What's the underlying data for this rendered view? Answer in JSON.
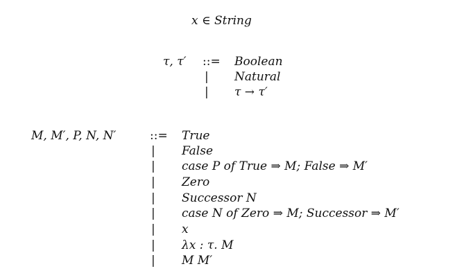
{
  "var_decl": "x ∈ String",
  "types": {
    "lhs": "τ,  τ′",
    "op": "::=",
    "bar": "|",
    "alts": [
      "Boolean",
      "Natural",
      "τ → τ′"
    ]
  },
  "terms": {
    "lhs": "M,  M′,  P,  N,  N′",
    "op": "::=",
    "bar": "|",
    "alts": [
      "True",
      "False",
      "case P of True ⇒ M;  False ⇒ M′",
      "Zero",
      "Successor N",
      "case N of Zero ⇒ M;  Successor ⇒ M′",
      "x",
      "λx : τ. M",
      "M M′"
    ]
  }
}
